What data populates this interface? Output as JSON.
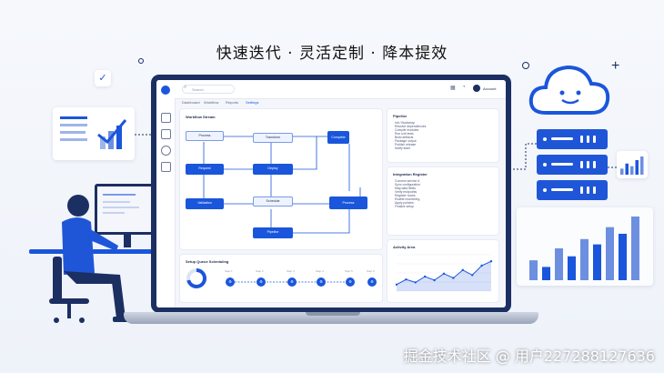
{
  "headline": "快速迭代 · 灵活定制 · 降本提效",
  "watermark": "掘金技术社区 @ 用户227288127636",
  "app": {
    "search_placeholder": "Search",
    "user_name": "Account",
    "tabs": [
      {
        "label": "Dashboard",
        "active": false
      },
      {
        "label": "Workflow",
        "active": false
      },
      {
        "label": "Reports",
        "active": false
      },
      {
        "label": "Settings",
        "active": true
      }
    ],
    "workflow_panel": {
      "title": "Workflow Stream",
      "nodes": [
        "Process",
        "Request",
        "Validation",
        "Transform",
        "Deploy",
        "Schedule",
        "Pipeline",
        "Complete"
      ]
    },
    "pipeline_panel": {
      "title": "Pipeline",
      "lines": [
        "Init / Bootstrap",
        "Resolve dependencies",
        "Compile modules",
        "Run unit tests",
        "Build artifacts",
        "Package output",
        "Publish release",
        "Notify team"
      ]
    },
    "integration_panel": {
      "title": "Integration Register",
      "lines": [
        "Connect service A",
        "Sync configuration",
        "Map data fields",
        "Verify endpoints",
        "Register hooks",
        "Enable monitoring",
        "Apply policies",
        "Finalize setup"
      ]
    },
    "steps_panel": {
      "title": "Setup Queue Scheduling",
      "steps": [
        {
          "icon": "⚙",
          "label": "Step 1"
        },
        {
          "icon": "⚙",
          "label": "Step 2"
        },
        {
          "icon": "⚙",
          "label": "Step 3"
        },
        {
          "icon": "⚙",
          "label": "Step 4"
        },
        {
          "icon": "⚙",
          "label": "Step 5"
        },
        {
          "icon": "⚙",
          "label": "Step 6"
        }
      ]
    },
    "chart_panel": {
      "title": "Activity Area"
    }
  },
  "chart_data": {
    "type": "area",
    "x": [
      1,
      2,
      3,
      4,
      5,
      6,
      7,
      8,
      9,
      10,
      11
    ],
    "values": [
      18,
      32,
      24,
      40,
      30,
      48,
      36,
      58,
      44,
      70,
      82
    ],
    "ylim": [
      0,
      100
    ],
    "grid": true
  },
  "deco_bars": {
    "values": [
      30,
      55,
      42,
      72,
      90
    ],
    "color": "#1a56db"
  },
  "colors": {
    "accent": "#1a56db",
    "frame": "#1c2f62"
  }
}
